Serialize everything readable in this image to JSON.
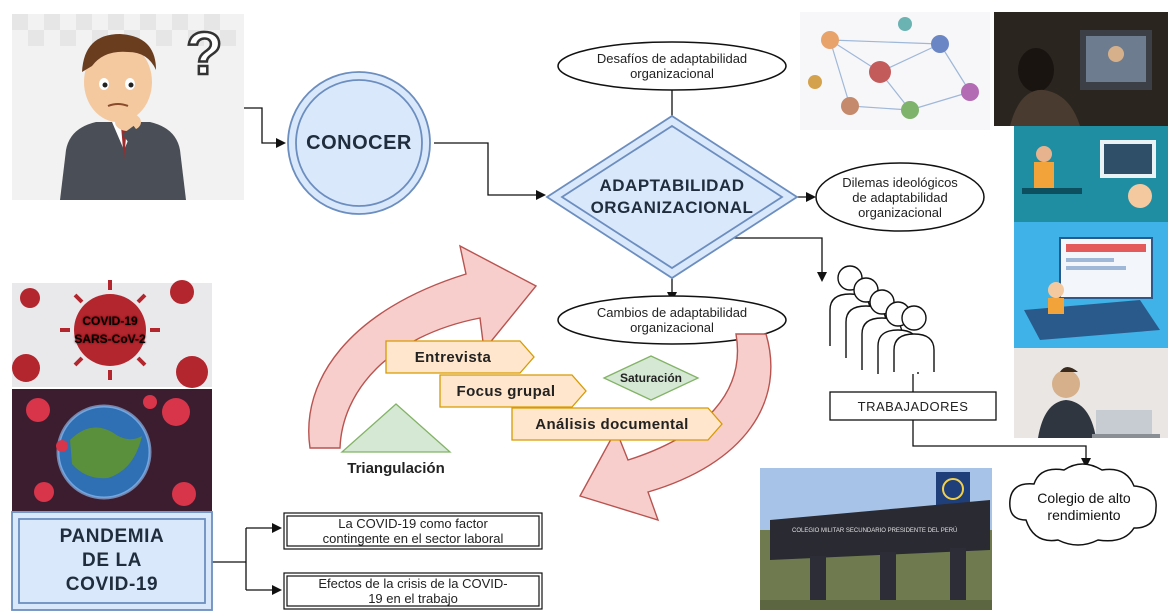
{
  "nodes": {
    "conocer": "CONOCER",
    "adaptabilidad_line1": "ADAPTABILIDAD",
    "adaptabilidad_line2": "ORGANIZACIONAL",
    "desafios_line1": "Desafíos de adaptabilidad",
    "desafios_line2": "organizacional",
    "dilemas_line1": "Dilemas ideológicos",
    "dilemas_line2": "de adaptabilidad",
    "dilemas_line3": "organizacional",
    "cambios_line1": "Cambios de adaptabilidad",
    "cambios_line2": "organizacional",
    "trabajadores": "TRABAJADORES",
    "colegio_line1": "Colegio de alto",
    "colegio_line2": "rendimiento",
    "pandemia_line1": "PANDEMIA",
    "pandemia_line2": "DE LA",
    "pandemia_line3": "COVID-19",
    "covid_factor_line1": "La COVID-19 como factor",
    "covid_factor_line2": "contingente en el sector laboral",
    "efectos_line1": "Efectos de la crisis de la COVID-",
    "efectos_line2": "19 en el trabajo"
  },
  "methods": {
    "entrevista": "Entrevista",
    "focus": "Focus grupal",
    "analisis": "Análisis documental",
    "saturacion": "Saturación",
    "triangulacion": "Triangulación"
  },
  "virus_labels": {
    "covid": "COVID-19",
    "sars": "SARS-CoV-2"
  },
  "school_sign": "COLEGIO MILITAR SECUNDARIO PRESIDENTE DEL PERÚ",
  "colors": {
    "node_fill": "#dae8fc",
    "node_stroke": "#6c8ebf",
    "arrow_fill": "#f8cecc",
    "arrow_stroke": "#b85450",
    "step_fill": "#ffe6cc",
    "step_stroke": "#d79b00",
    "triangle_fill": "#d5e8d4",
    "triangle_stroke": "#82b366"
  }
}
